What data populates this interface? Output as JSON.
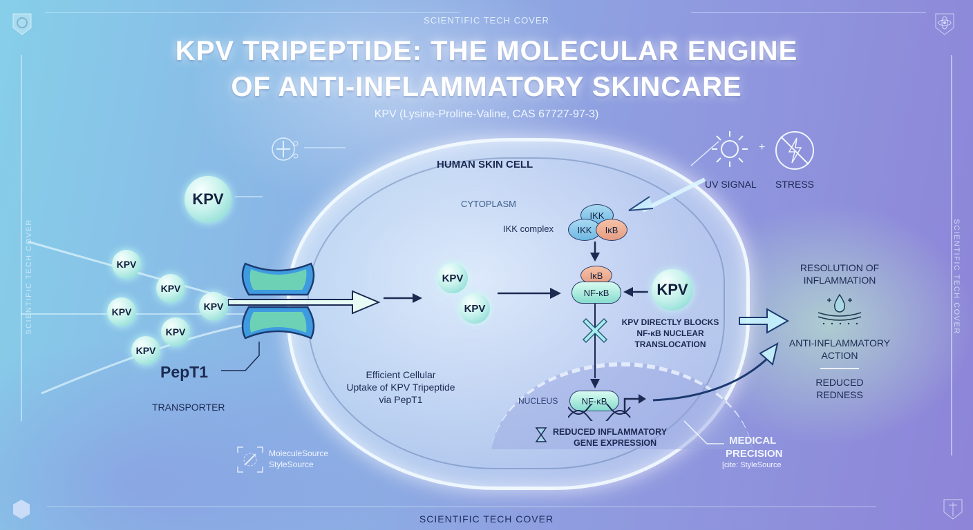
{
  "header": {
    "top_label": "SCIENTIFIC TECH COVER",
    "title_line1": "KPV TRIPEPTIDE: THE MOLECULAR ENGINE",
    "title_line2": "OF ANTI-INFLAMMATORY SKINCARE",
    "subtitle": "KPV (Lysine-Proline-Valine, CAS 67727-97-3)"
  },
  "frame": {
    "left_label": "SCIENTIFIC TECH COVER",
    "right_label": "SCIENTIFIC TECH COVER",
    "bottom_label": "SCIENTIFIC TECH COVER"
  },
  "left_panel": {
    "big_molecule": "KPV",
    "molecules": [
      "KPV",
      "KPV",
      "KPV",
      "KPV",
      "KPV",
      "KPV"
    ],
    "transporter_name": "PepT1",
    "transporter_sub": "TRANSPORTER",
    "source_line1": "MoleculeSource",
    "source_line2": "StyleSource"
  },
  "cell": {
    "title": "HUMAN SKIN CELL",
    "cytoplasm": "CYTOPLASM",
    "uptake_caption_line1": "Efficient Cellular",
    "uptake_caption_line2": "Uptake of KPV Tripeptide",
    "uptake_caption_line3": "via PepT1",
    "internal_molecules": [
      "KPV",
      "KPV"
    ],
    "ikk_complex_label": "IKK complex",
    "ikk_top": "IKK",
    "ikk_left": "IKK",
    "ikb_complex": "IκB",
    "ikb": "IκB",
    "nfkb": "NF-κB",
    "kpv_blocker": "KPV",
    "block_line1": "KPV DIRECTLY BLOCKS",
    "block_line2": "NF-κB NUCLEAR",
    "block_line3": "TRANSLOCATION",
    "nucleus_label": "NUCLEUS",
    "nucleus_nfkb": "NF-κB",
    "gene_line1": "REDUCED INFLAMMATORY",
    "gene_line2": "GENE EXPRESSION"
  },
  "signals": {
    "uv": "UV SIGNAL",
    "plus": "+",
    "stress": "STRESS"
  },
  "outcomes": {
    "resolution_line1": "RESOLUTION OF",
    "resolution_line2": "INFLAMMATION",
    "action_line1": "ANTI-INFLAMMATORY",
    "action_line2": "ACTION",
    "redness_line1": "REDUCED",
    "redness_line2": "REDNESS",
    "precision_line1": "MEDICAL",
    "precision_line2": "PRECISION",
    "cite": "[cite: StyleSource"
  },
  "colors": {
    "navy": "#1c2a52",
    "teal": "#86dccd",
    "orange": "#e59d82",
    "blue": "#6fb8e3"
  }
}
